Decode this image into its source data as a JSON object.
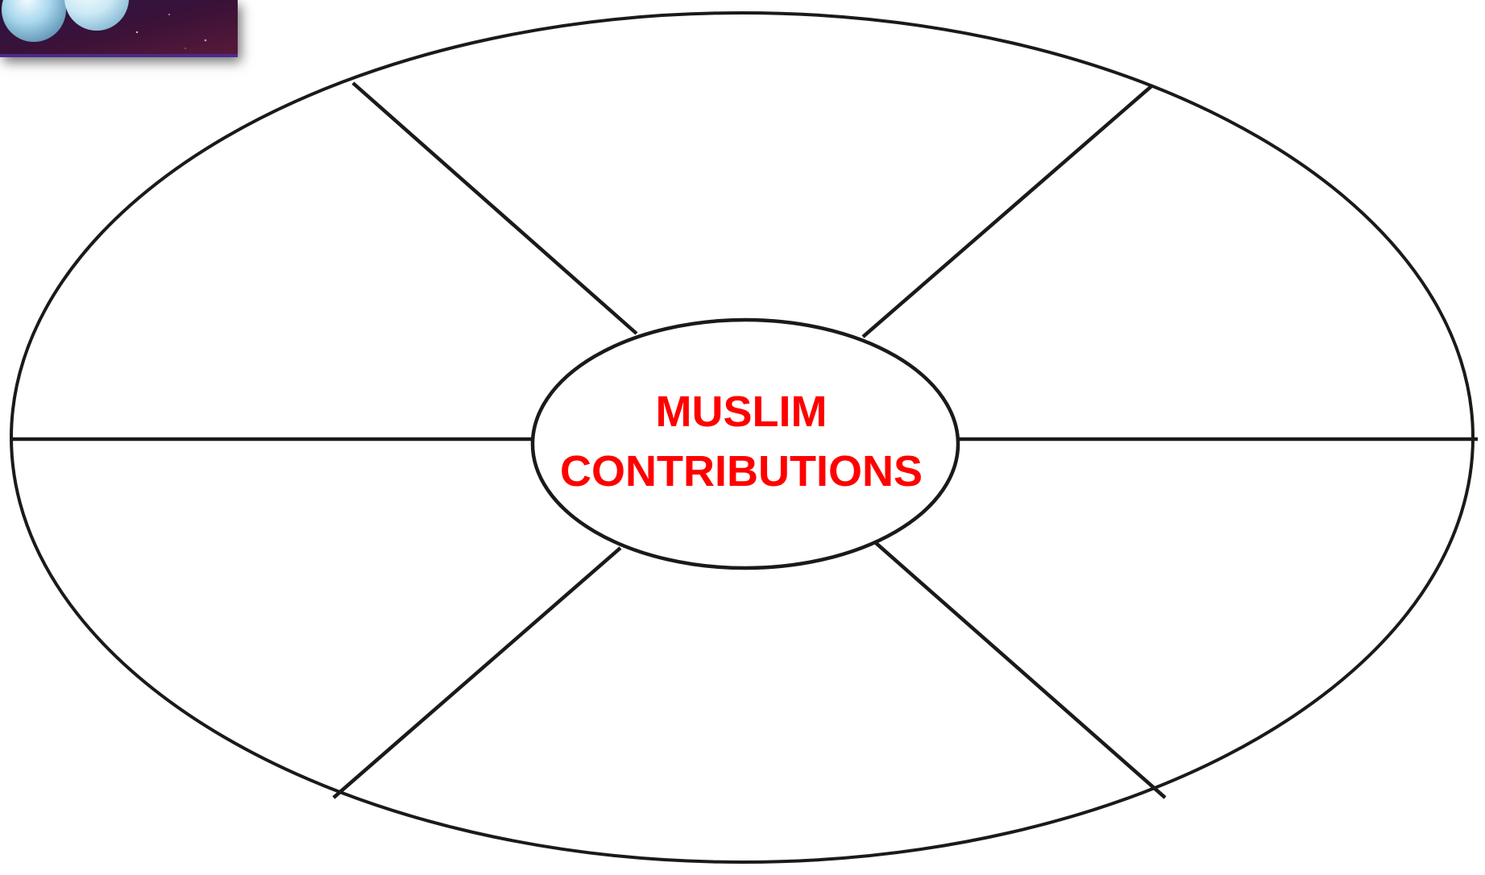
{
  "center": {
    "line1": "MUSLIM",
    "line2": "CONTRIBUTIONS",
    "color": "#ff0000"
  },
  "thumbnail": {
    "image": "space-planet-image"
  },
  "diagram": {
    "segments": 6,
    "stroke_color": "#1a1a1a"
  }
}
